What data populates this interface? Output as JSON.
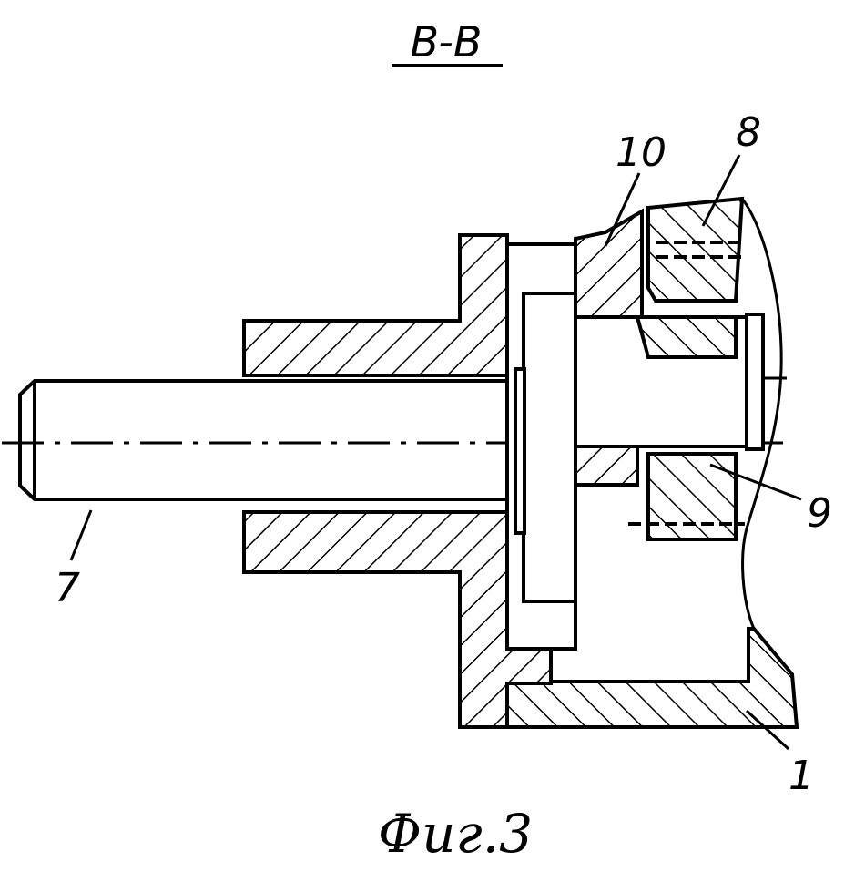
{
  "section_title": "B-B",
  "figure_caption": "Фиг.3",
  "part_labels": {
    "p1": "1",
    "p7": "7",
    "p8": "8",
    "p9": "9",
    "p10": "10"
  },
  "colors": {
    "ink": "#000000",
    "paper": "#ffffff"
  }
}
